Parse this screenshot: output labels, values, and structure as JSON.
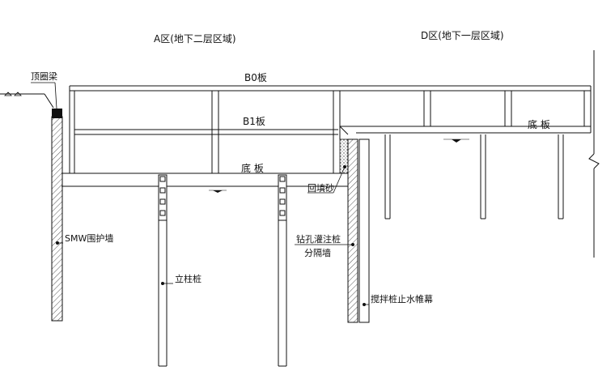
{
  "zones": {
    "a": "A区(地下二层区域)",
    "d": "D区(地下一层区域)"
  },
  "slabs": {
    "b0": "B0板",
    "b1": "B1板",
    "base_a": "底  板",
    "base_d": "底  板"
  },
  "labels": {
    "crown_beam": "顶圈梁",
    "smw_wall": "SMW围护墙",
    "column_pile": "立柱桩",
    "backfill_sand": "回填砂",
    "bored_pile": "钻孔灌注桩",
    "partition_wall": "分隔墙",
    "mixing_pile": "搅拌桩止水帷幕"
  },
  "colors": {
    "line": "#111111",
    "hatch": "#555555"
  }
}
